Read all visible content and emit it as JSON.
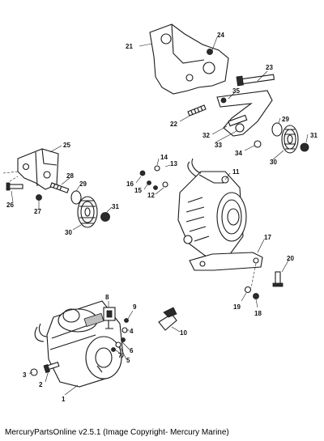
{
  "caption": "MercuryPartsOnline v2.5.1 (Image Copyright- Mercury Marine)",
  "callouts": {
    "c1": "1",
    "c2": "2",
    "c3": "3",
    "c4": "4",
    "c5": "5",
    "c6": "6",
    "c7": "7",
    "c8": "8",
    "c9": "9",
    "c10": "10",
    "c11": "11",
    "c12": "12",
    "c13": "13",
    "c14": "14",
    "c15": "15",
    "c16": "16",
    "c17": "17",
    "c18": "18",
    "c19": "19",
    "c20": "20",
    "c21": "21",
    "c22": "22",
    "c23": "23",
    "c24": "24",
    "c25": "25",
    "c26": "26",
    "c27": "27",
    "c28": "28",
    "c29a": "29",
    "c29b": "29",
    "c30a": "30",
    "c30b": "30",
    "c31a": "31",
    "c31b": "31",
    "c32": "32",
    "c33": "33",
    "c34": "34",
    "c35": "35"
  }
}
